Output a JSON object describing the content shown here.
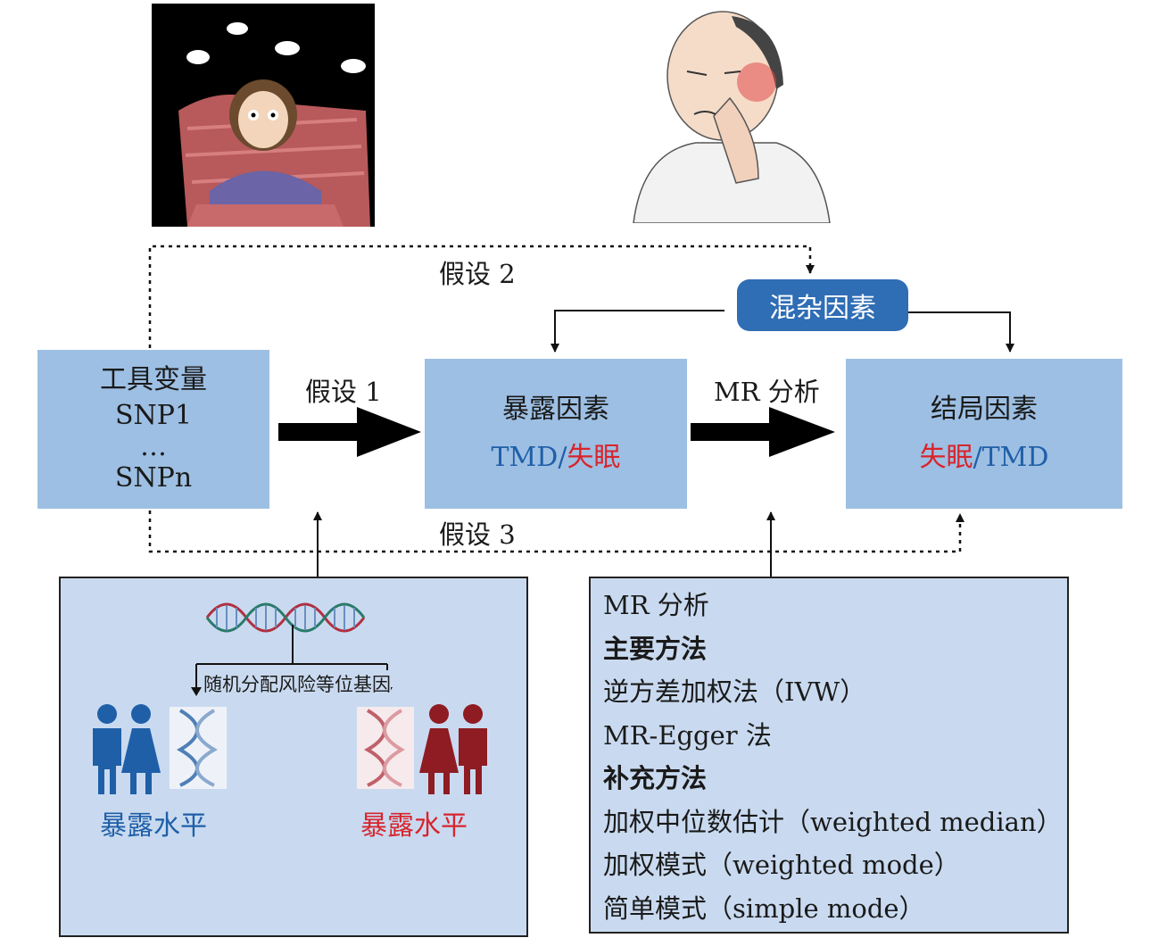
{
  "instrument": {
    "title": "工具变量",
    "line1": "SNP1",
    "line2": "…",
    "line3": "SNPn"
  },
  "exposure": {
    "title": "暴露因素",
    "part1": "TMD",
    "sep": "/",
    "part2": "失眠"
  },
  "outcome": {
    "title": "结局因素",
    "part1": "失眠",
    "sep": "/",
    "part2": "TMD"
  },
  "confounder": "混杂因素",
  "assumption1": "假设 1",
  "assumption2": "假设 2",
  "assumption3": "假设 3",
  "mr_arrow_label": "MR 分析",
  "left_panel": {
    "allocation_label": "随机分配风险等位基因",
    "exposure_left": "暴露水平",
    "exposure_right": "暴露水平"
  },
  "right_panel": {
    "lines": [
      {
        "text": "MR 分析",
        "bold": false
      },
      {
        "text": "主要方法",
        "bold": true
      },
      {
        "text": "逆方差加权法（IVW）",
        "bold": false
      },
      {
        "text": "MR-Egger 法",
        "bold": false
      },
      {
        "text": "补充方法",
        "bold": true
      },
      {
        "text": "加权中位数估计（weighted median）",
        "bold": false
      },
      {
        "text": "加权模式（weighted mode）",
        "bold": false
      },
      {
        "text": "简单模式（simple mode）",
        "bold": false
      }
    ]
  },
  "colors": {
    "box_fill": "#9dbfe3",
    "panel_fill": "#c9daf0",
    "confounder_fill": "#2f6db5",
    "blue_text": "#1f5fa8",
    "red_text": "#d9242c"
  }
}
